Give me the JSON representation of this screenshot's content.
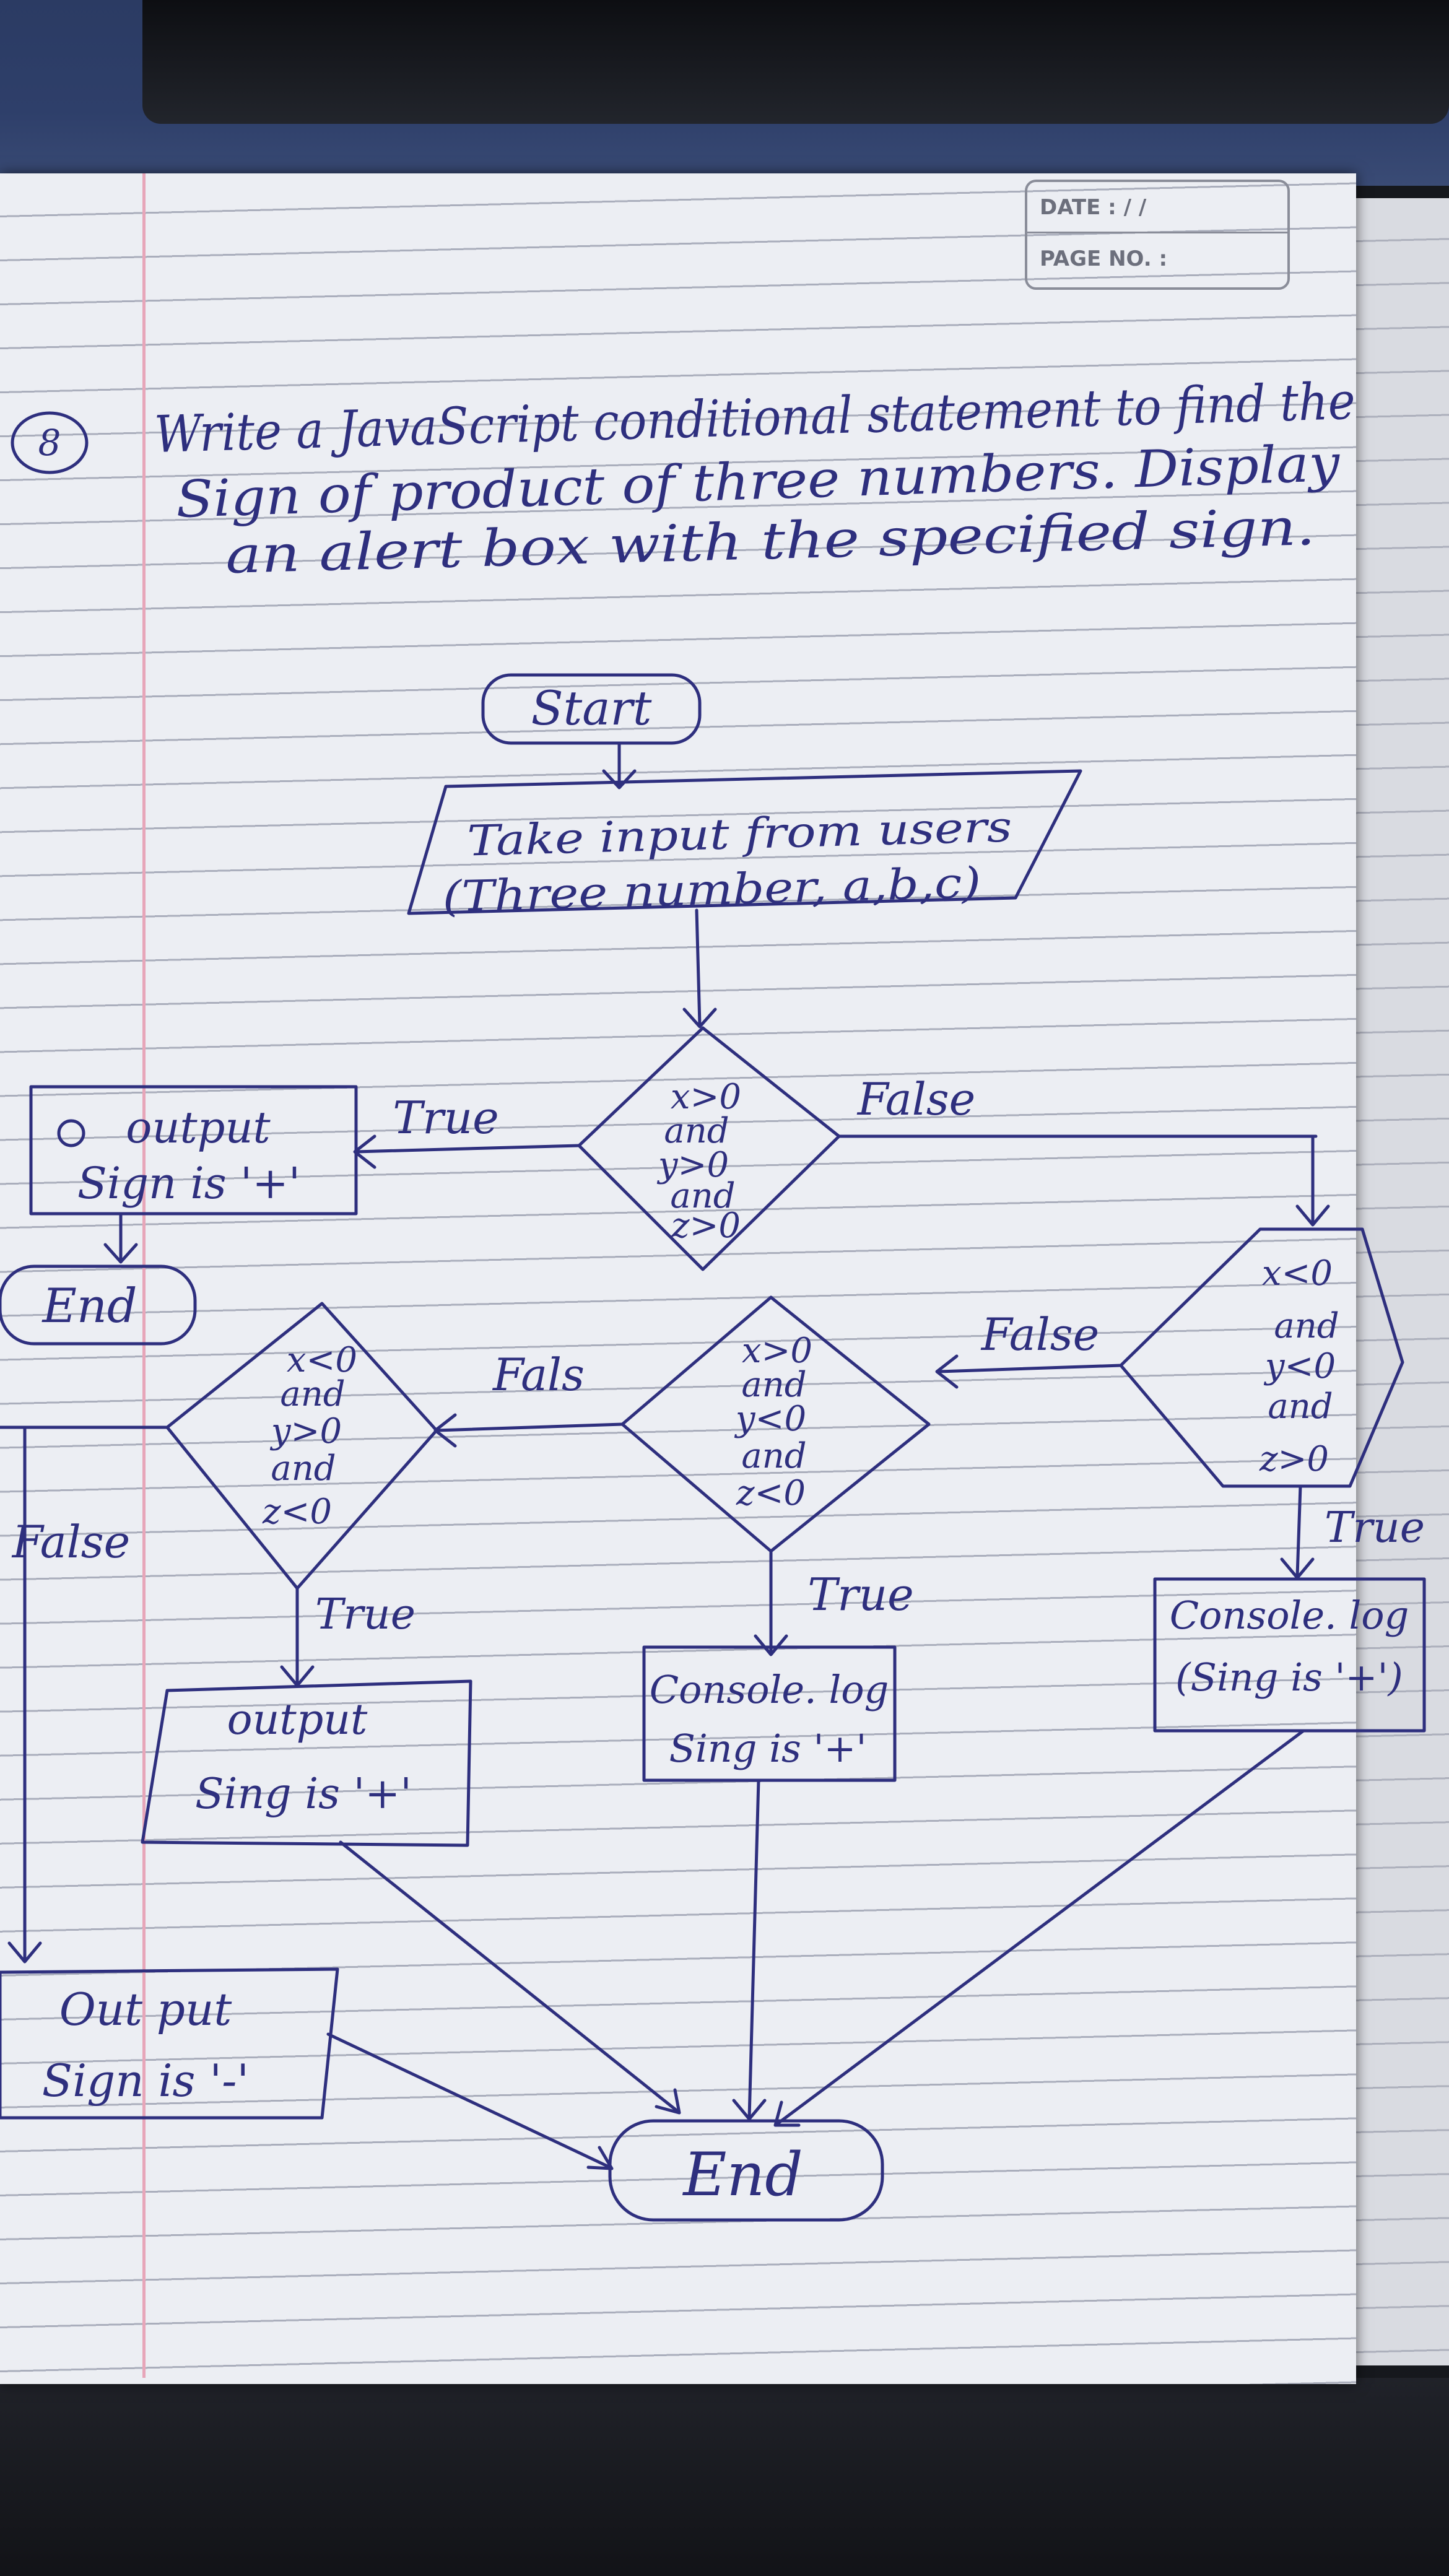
{
  "header": {
    "date_label": "DATE :   /   /",
    "page_no_label": "PAGE NO. :"
  },
  "question": {
    "number": "8",
    "line1": "Write a JavaScript conditional statement to find the",
    "line2": "Sign of product of three numbers. Display",
    "line3": "an alert box with the specified sign."
  },
  "flowchart": {
    "start": "Start",
    "input_line1": "Take input from users",
    "input_line2": "(Three number, a,b,c)",
    "cond1": [
      "x>0",
      "and",
      "y>0",
      "and",
      "z>0"
    ],
    "cond2": [
      "x<0",
      "and",
      "y<0",
      "and",
      "z>0"
    ],
    "cond3": [
      "x>0",
      "and",
      "y<0",
      "and",
      "z<0"
    ],
    "cond4": [
      "x<0",
      "and",
      "y>0",
      "and",
      "z<0"
    ],
    "out1_line1": "output",
    "out1_line2": "Sign is '+'",
    "end_small": "End",
    "log_right_line1": "Console. log",
    "log_right_line2": "(Sing is '+')",
    "log_mid_line1": "Console. log",
    "log_mid_line2": "Sing is '+'",
    "out4_line1": "output",
    "out4_line2": "Sing is '+'",
    "out_neg_line1": "Out put",
    "out_neg_line2": "Sign is '-'",
    "end_main": "End",
    "true_label": "True",
    "false_label": "False",
    "fals_label": "Fals"
  }
}
